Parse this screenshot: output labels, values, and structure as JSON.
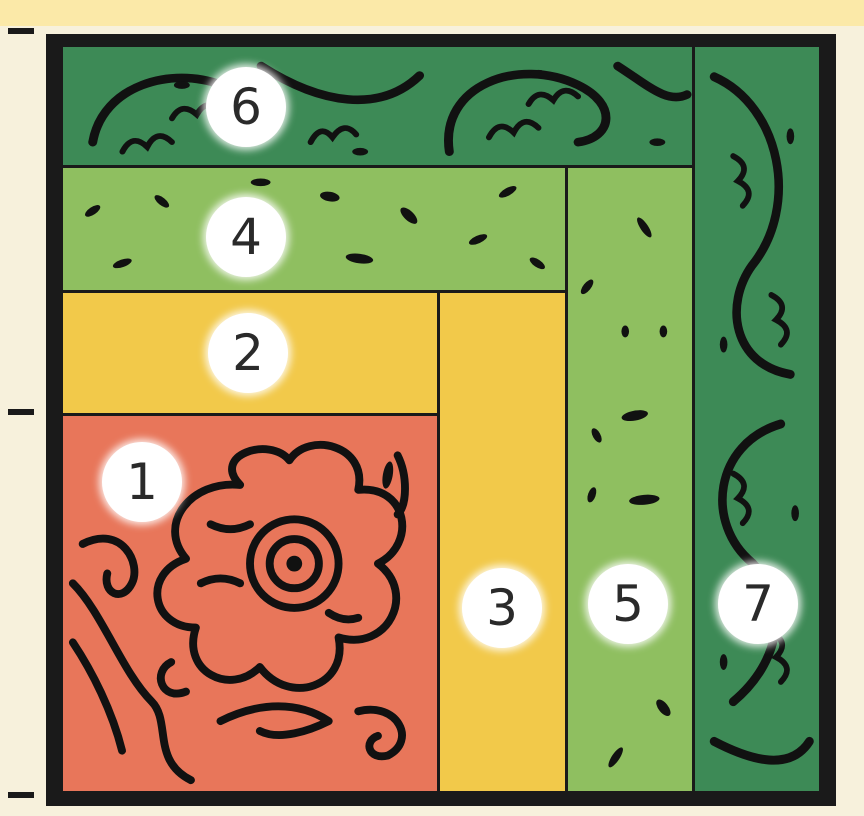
{
  "pieces": [
    {
      "id": "piece-1",
      "number": "1",
      "color": "#e8765a"
    },
    {
      "id": "piece-2",
      "number": "2",
      "color": "#f2c94a"
    },
    {
      "id": "piece-3",
      "number": "3",
      "color": "#f2c94a"
    },
    {
      "id": "piece-4",
      "number": "4",
      "color": "#8fbf60"
    },
    {
      "id": "piece-5",
      "number": "5",
      "color": "#8fbf60"
    },
    {
      "id": "piece-6",
      "number": "6",
      "color": "#3d8a56"
    },
    {
      "id": "piece-7",
      "number": "7",
      "color": "#3d8a56"
    }
  ],
  "colors": {
    "outline": "#1a1a1a",
    "background": "#f7f1dc",
    "label_circle": "#ffffff"
  }
}
